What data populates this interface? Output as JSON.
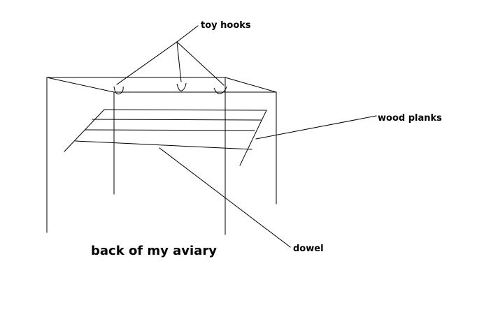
{
  "diagram": {
    "labels": {
      "toy_hooks": "toy hooks",
      "wood_planks": "wood planks",
      "dowel": "dowel",
      "caption": "back of my aviary"
    },
    "colors": {
      "ink": "#000000",
      "background": "#ffffff"
    }
  }
}
